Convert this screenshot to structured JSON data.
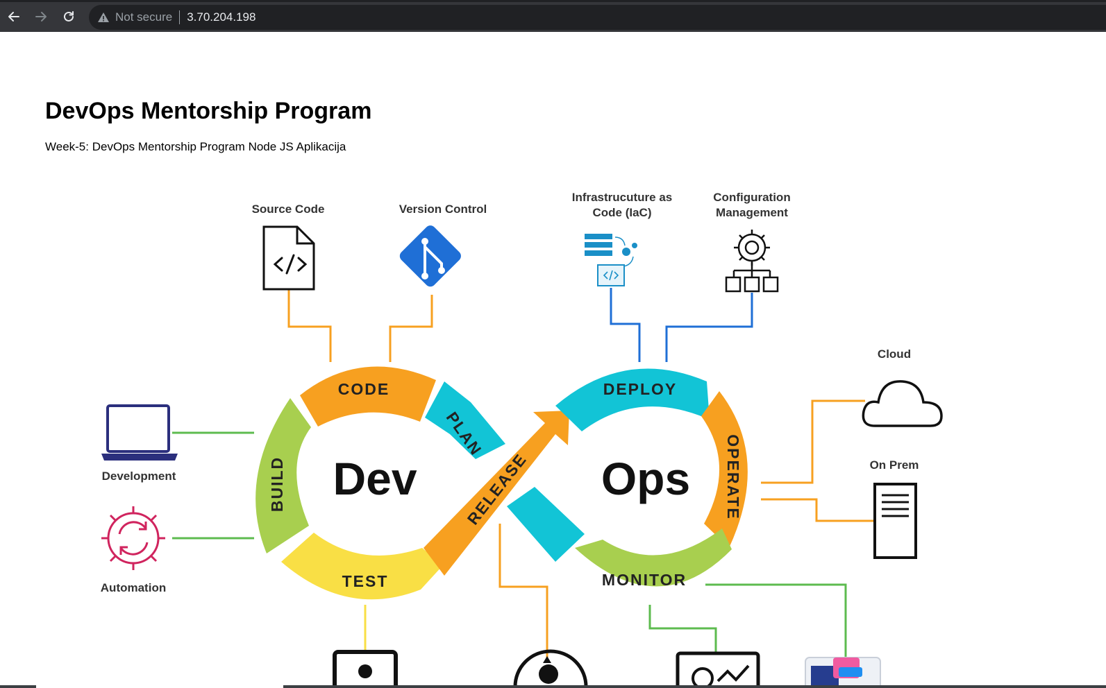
{
  "browser": {
    "security_label": "Not secure",
    "url": "3.70.204.198",
    "icons": {
      "back": "arrow-left-icon",
      "forward": "arrow-right-icon",
      "reload": "reload-icon",
      "warning": "warning-triangle-icon"
    }
  },
  "page": {
    "title": "DevOps Mentorship Program",
    "subtitle": "Week-5: DevOps Mentorship Program Node JS Aplikacija"
  },
  "diagram": {
    "center": {
      "dev": "Dev",
      "ops": "Ops"
    },
    "stages": {
      "code": "CODE",
      "plan": "PLAN",
      "build": "BUILD",
      "test": "TEST",
      "release": "RELEASE",
      "deploy": "DEPLOY",
      "operate": "OPERATE",
      "monitor": "MONITOR"
    },
    "labels": {
      "source_code": "Source Code",
      "version_control": "Version Control",
      "iac_line1": "Infrastrucuture as",
      "iac_line2": "Code (IaC)",
      "config_line1": "Configuration",
      "config_line2": "Management",
      "cloud": "Cloud",
      "on_prem": "On Prem",
      "development": "Development",
      "automation": "Automation"
    },
    "colors": {
      "orange": "#f7a020",
      "cyan": "#12c4d6",
      "lime": "#a8cf4f",
      "yellow": "#f9df45",
      "blue_link": "#1f6fd6",
      "green_link": "#5dbb4f",
      "navy": "#2b2f7d",
      "magenta": "#d0245e"
    }
  }
}
